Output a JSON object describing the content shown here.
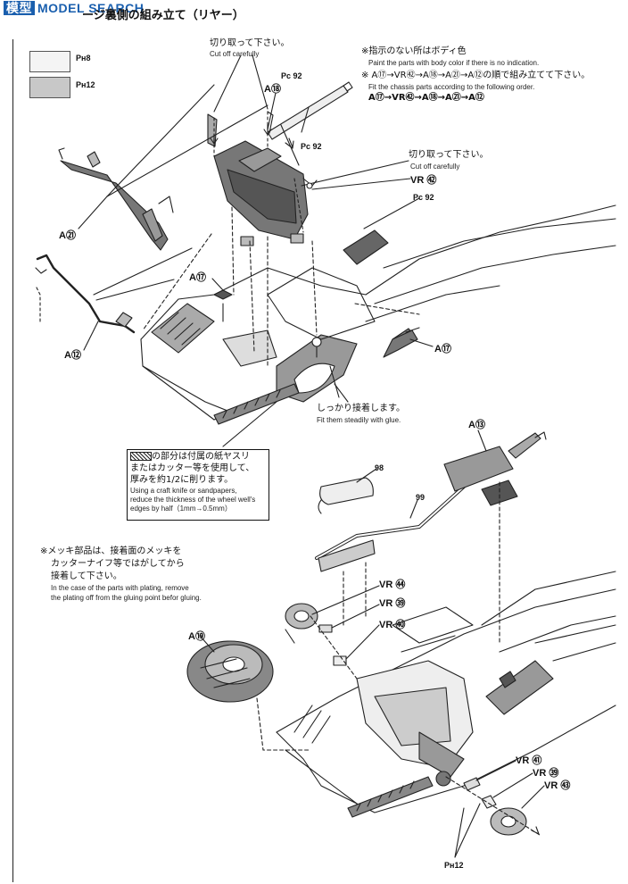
{
  "watermark": {
    "text": "MODEL SEARCH",
    "badge": "模型",
    "color": "#1a5fae"
  },
  "title": "ージ裏側の組み立て（リヤー）",
  "swatches": [
    {
      "ref": "Pн8",
      "color": "#f4f4f4"
    },
    {
      "ref": "Pн12",
      "color": "#c8c8c8"
    }
  ],
  "notes": {
    "body_color_jp": "※指示のない所はボディ色",
    "body_color_en": "Paint the parts with body color if there is no indication.",
    "order_jp": "※ A⑰→VR㊷→A⑱→A㉑→A⑫の順で組み立てて下さい。",
    "order_en": "Fit the chassis parts according to the following order.",
    "order_seq": "A⑰→VR㊷→A⑱→A㉑→A⑫",
    "cut_jp_1": "切り取って下さい。",
    "cut_en_1": "Cut off carefully",
    "cut_jp_2": "切り取って下さい。",
    "cut_en_2": "Cut off carefully",
    "glue_jp": "しっかり接着します。",
    "glue_en": "Fit them steadily with glue.",
    "sand_jp_1": "の部分は付属の紙ヤスリ",
    "sand_jp_2": "またはカッター等を使用して、",
    "sand_jp_3": "厚みを約1/2に削ります。",
    "sand_en_1": "Using a craft knife or sandpapers,",
    "sand_en_2": "reduce the thickness of the wheel well's",
    "sand_en_3": "edges by half（1mm→0.5mm）",
    "plating_jp_1": "※メッキ部品は、接着面のメッキを",
    "plating_jp_2": "カッターナイフ等ではがしてから",
    "plating_jp_3": "接着して下さい。",
    "plating_en_1": "In the case of the parts with plating, remove",
    "plating_en_2": "the plating off from the gluing point befor gluing."
  },
  "labels": {
    "pc92_a": "Pc 92",
    "a18": "A⑱",
    "pc92_b": "Pc 92",
    "vr42": "VR ㊷",
    "pc92_c": "Pc 92",
    "a21": "A㉑",
    "a17_left": "A⑰",
    "a12": "A⑫",
    "a17_right": "A⑰",
    "a13": "A⑬",
    "p98": "98",
    "p99": "99",
    "vr44": "VR ㊹",
    "vr39_a": "VR ㊴",
    "vr40": "VR ㊵",
    "a19": "A⑲",
    "vr41": "VR ㊶",
    "vr39_b": "VR ㊴",
    "vr43": "VR ㊸",
    "ph12_bottom": "Pн12"
  }
}
